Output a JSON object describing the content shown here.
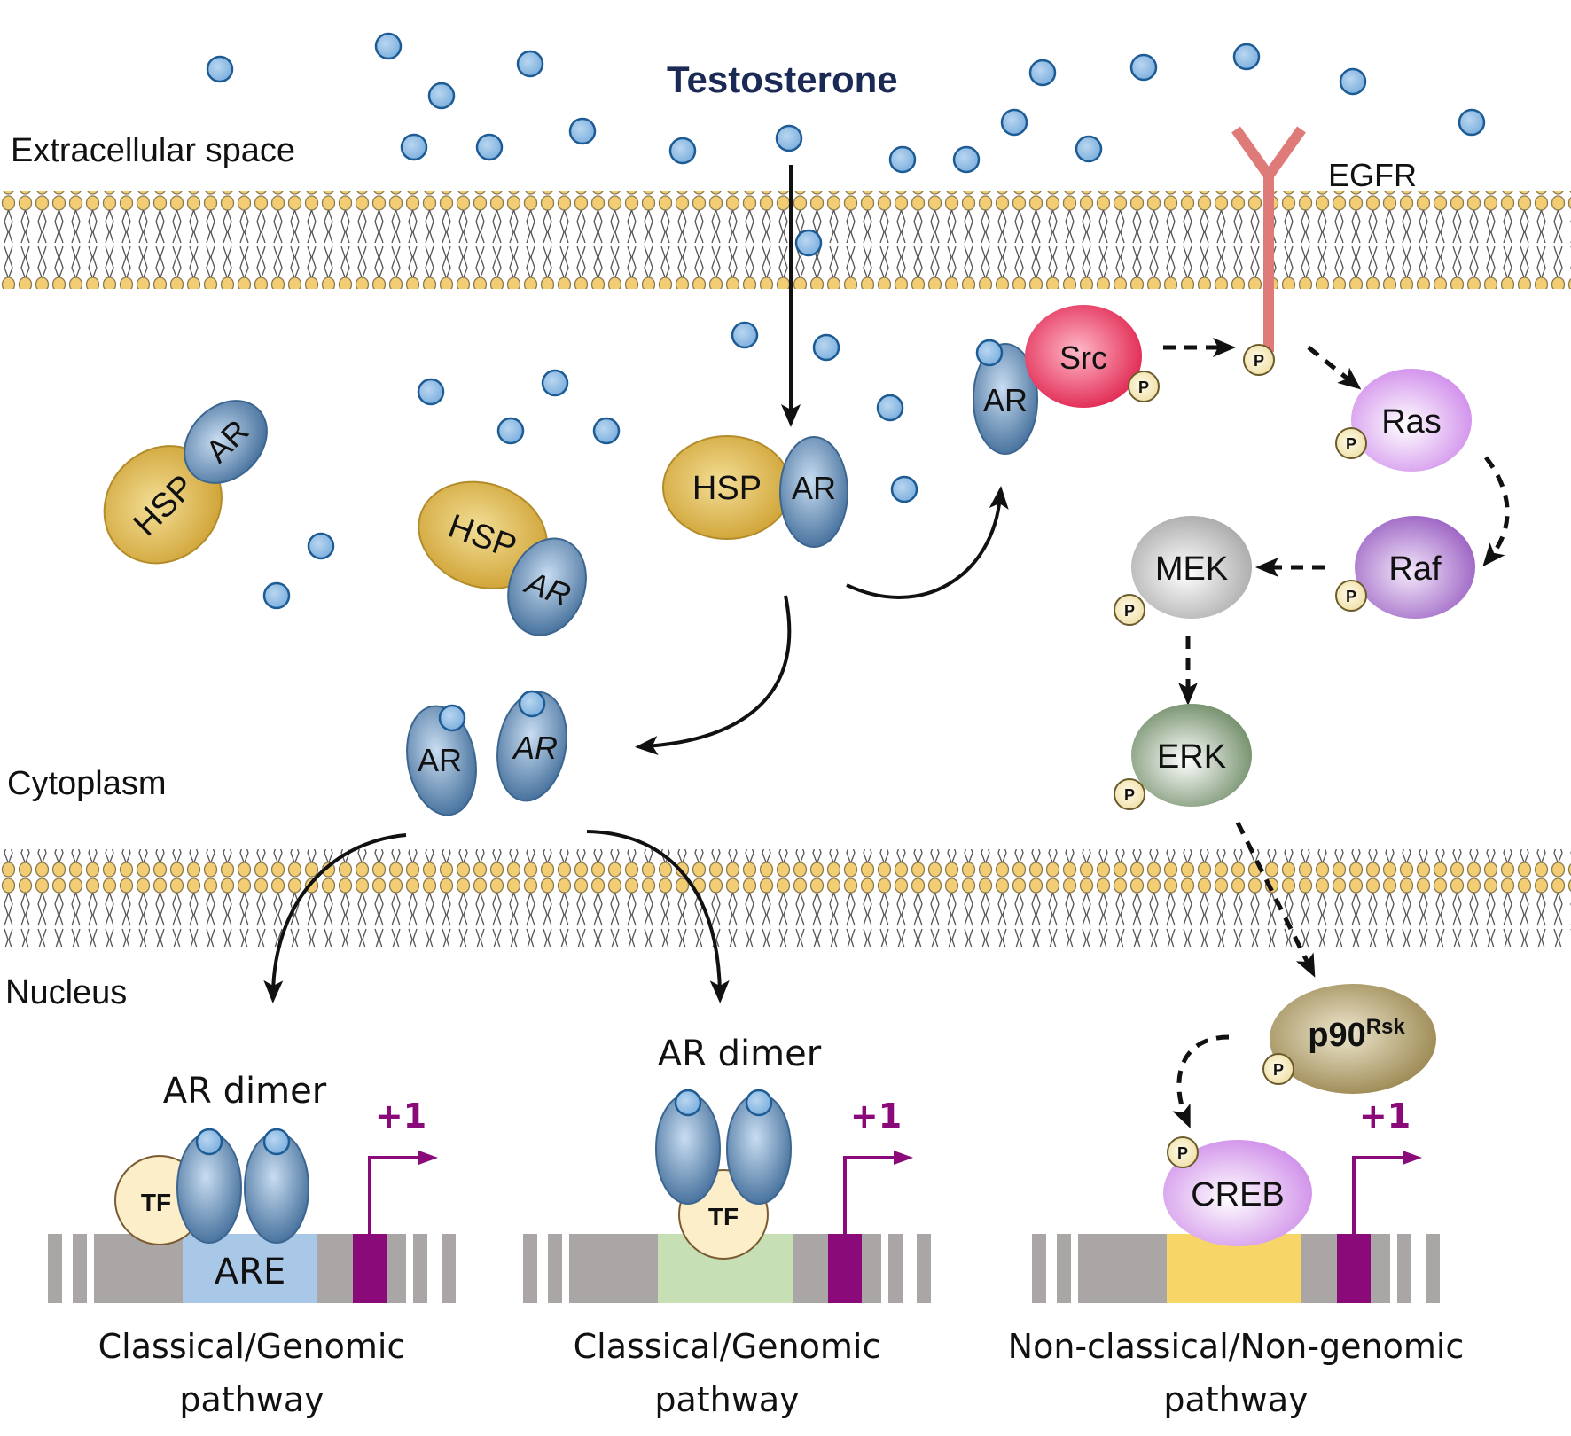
{
  "labels": {
    "testosterone": "Testosterone",
    "extracellular": "Extracellular space",
    "egfr": "EGFR",
    "cytoplasm": "Cytoplasm",
    "nucleus": "Nucleus"
  },
  "proteins": {
    "hsp": "HSP",
    "ar": "AR",
    "src": "Src",
    "ras": "Ras",
    "raf": "Raf",
    "mek": "MEK",
    "erk": "ERK",
    "p90_base": "p90",
    "p90_sup": "Rsk",
    "creb": "CREB",
    "tf": "TF",
    "phospho": "P"
  },
  "pathways": [
    {
      "dimer_label": "AR dimer",
      "element_label": "ARE",
      "tss_label": "+1",
      "title_line1": "Classical/Genomic",
      "title_line2": "pathway",
      "element_color": "#a9c8e8"
    },
    {
      "dimer_label": "AR dimer",
      "element_label": "",
      "tss_label": "+1",
      "title_line1": "Classical/Genomic",
      "title_line2": "pathway",
      "element_color": "#c6dfb4"
    },
    {
      "dimer_label": "",
      "element_label": "",
      "tss_label": "+1",
      "title_line1": "Non-classical/Non-genomic",
      "title_line2": "pathway",
      "element_color": "#f8d567"
    }
  ],
  "colors": {
    "testosterone_text": "#1a2a55",
    "ligand_fill": "#8fbde6",
    "ligand_stroke": "#1d5b94",
    "hsp": "#d9ad3e",
    "ar": "#5d86b2",
    "src": "#e5375e",
    "ras": "#d9a0ec",
    "raf": "#a774c9",
    "mek": "#b5b5b5",
    "erk": "#7f9a76",
    "p90": "#a79660",
    "creb": "#d8a0ec",
    "egfr": "#de7b78",
    "tss": "#8a0a7a",
    "dna_gray": "#aaa6a6",
    "membrane_head": "#f3cd73"
  }
}
